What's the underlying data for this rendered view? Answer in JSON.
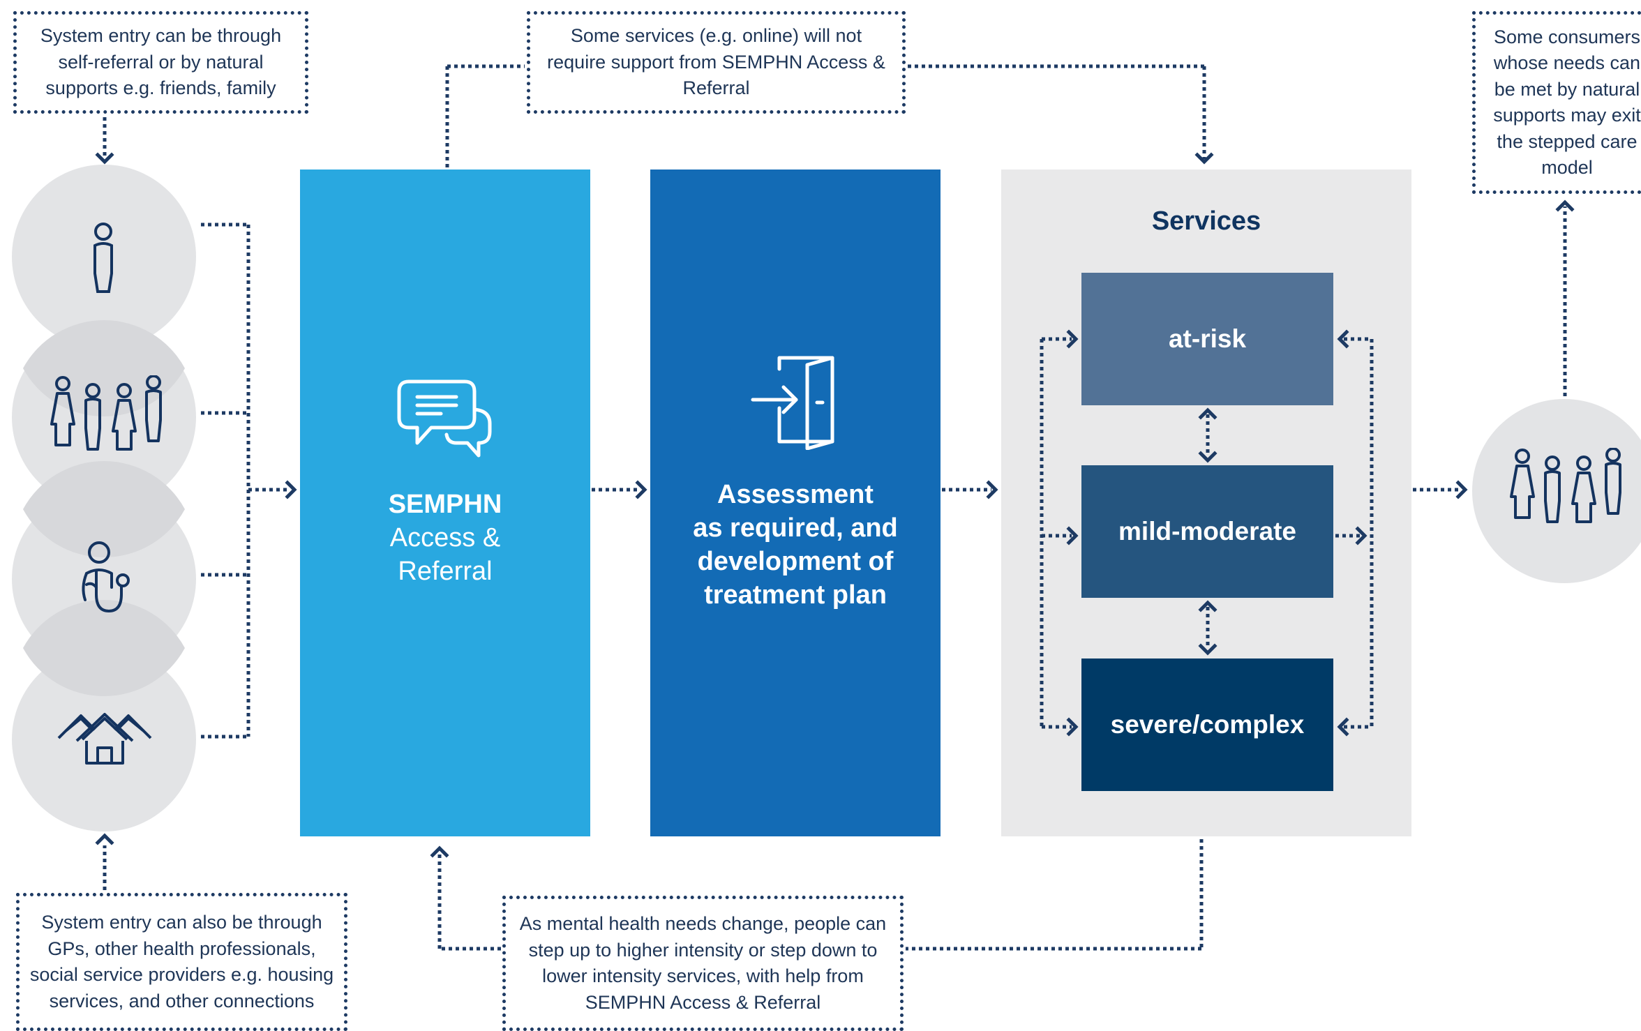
{
  "notes": {
    "entry_self": "System entry can be through self-referral or by natural supports e.g. friends, family",
    "online": "Some services (e.g. online) will not require support from SEMPHN Access & Referral",
    "exit": "Some consumers whose needs can be met by natural supports may exit the stepped care model",
    "entry_gp": "System entry can also be through GPs, other health professionals, social service providers e.g. housing services, and other connections",
    "step": "As mental health needs change, people can step up to higher intensity or step down to lower intensity services, with help from SEMPHN Access & Referral"
  },
  "access": {
    "line1": "SEMPHN",
    "line2": "Access &",
    "line3": "Referral"
  },
  "assessment": {
    "line1": "Assessment",
    "line2": "as required, and",
    "line3": "development of",
    "line4": "treatment plan"
  },
  "services": {
    "title": "Services",
    "levels": [
      "at-risk",
      "mild-moderate",
      "severe/complex"
    ]
  },
  "icons": [
    "person-icon",
    "family-icon",
    "doctor-icon",
    "houses-icon",
    "chat-icon",
    "door-icon",
    "family-exit-icon"
  ],
  "colors": {
    "access": "#29a8e0",
    "assessment": "#136bb5",
    "services_bg": "#e9e9ea",
    "at_risk": "#527296",
    "mild": "#25557f",
    "severe": "#003a66",
    "line": "#1d3a63"
  }
}
